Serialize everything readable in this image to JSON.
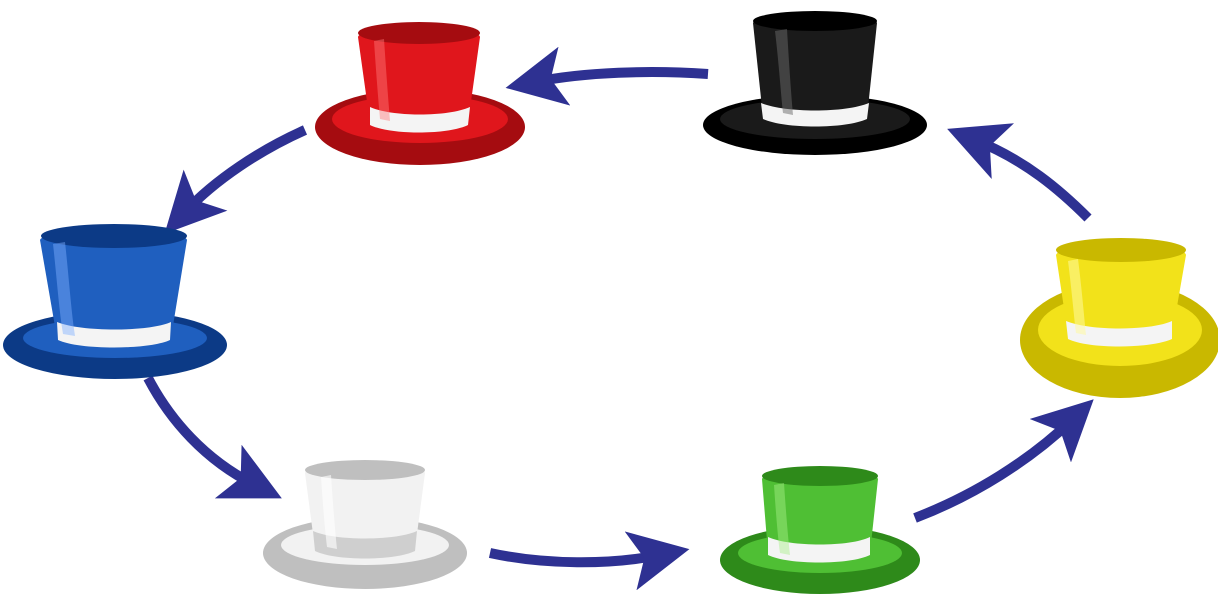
{
  "diagram": {
    "type": "cycle",
    "arrow_color": "#2e3192",
    "hats": [
      {
        "id": "black",
        "color": "#1a1a1a",
        "shade": "#000000",
        "highlight": "#6a6a6a"
      },
      {
        "id": "red",
        "color": "#e0161c",
        "shade": "#a50c10",
        "highlight": "#ff7a7a"
      },
      {
        "id": "blue",
        "color": "#1f5fbf",
        "shade": "#0c3a86",
        "highlight": "#7fb0ff"
      },
      {
        "id": "white",
        "color": "#f2f2f2",
        "shade": "#bfbfbf",
        "highlight": "#ffffff"
      },
      {
        "id": "green",
        "color": "#4fbf34",
        "shade": "#2e8a1a",
        "highlight": "#a8f08a"
      },
      {
        "id": "yellow",
        "color": "#f2e21a",
        "shade": "#c9b800",
        "highlight": "#fff9a0"
      }
    ],
    "sequence": [
      "black",
      "red",
      "blue",
      "white",
      "green",
      "yellow"
    ]
  }
}
